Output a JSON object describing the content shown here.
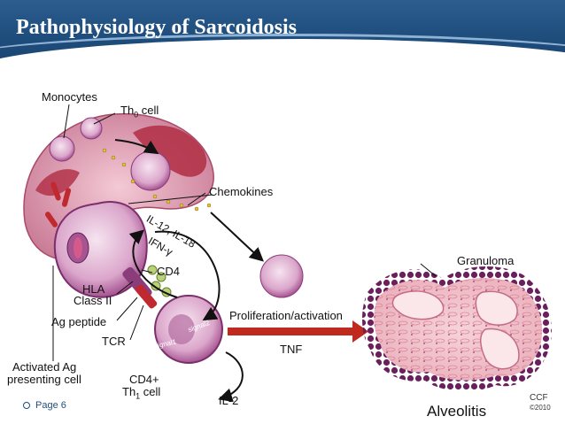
{
  "slide": {
    "title": "Pathophysiology of Sarcoidosis",
    "footer": "Page 6"
  },
  "diagram": {
    "labels": {
      "monocytes": "Monocytes",
      "th0_cell_main": "Th",
      "th0_cell_sub": "0",
      "th0_cell_tail": " cell",
      "chemokines": "Chemokines",
      "il12_il18": "IL-12, IL-18",
      "ifn_gamma": "IFN-γ",
      "cd4": "CD4",
      "hla_class_ii_1": "HLA",
      "hla_class_ii_2": "Class II",
      "ag_peptide": "Ag peptide",
      "tcr": "TCR",
      "activated_ag_1": "Activated Ag",
      "activated_ag_2": "presenting cell",
      "cd4_th1_1": "CD4+",
      "cd4_th1_2_main": "Th",
      "cd4_th1_2_sub": "1",
      "cd4_th1_2_tail": " cell",
      "signal1": "signal1",
      "signal2": "signal2",
      "proliferation": "Proliferation/activation",
      "tnf": "TNF",
      "il2": "IL-2",
      "granuloma": "Granuloma",
      "alveolitis": "Alveolitis",
      "ccf": "CCF",
      "ccf_year": "©2010"
    },
    "colors": {
      "header_blue": "#1f4e7d",
      "arrow_red": "#c0291e",
      "cell_pink": "#e8b9d8",
      "cell_purple": "#8a3d7a",
      "vessel_red": "#b83a4a",
      "granuloma_bg": "#f2c6cf",
      "granuloma_dots": "#6b1f5c",
      "cd4_green": "#b9d27a"
    }
  }
}
